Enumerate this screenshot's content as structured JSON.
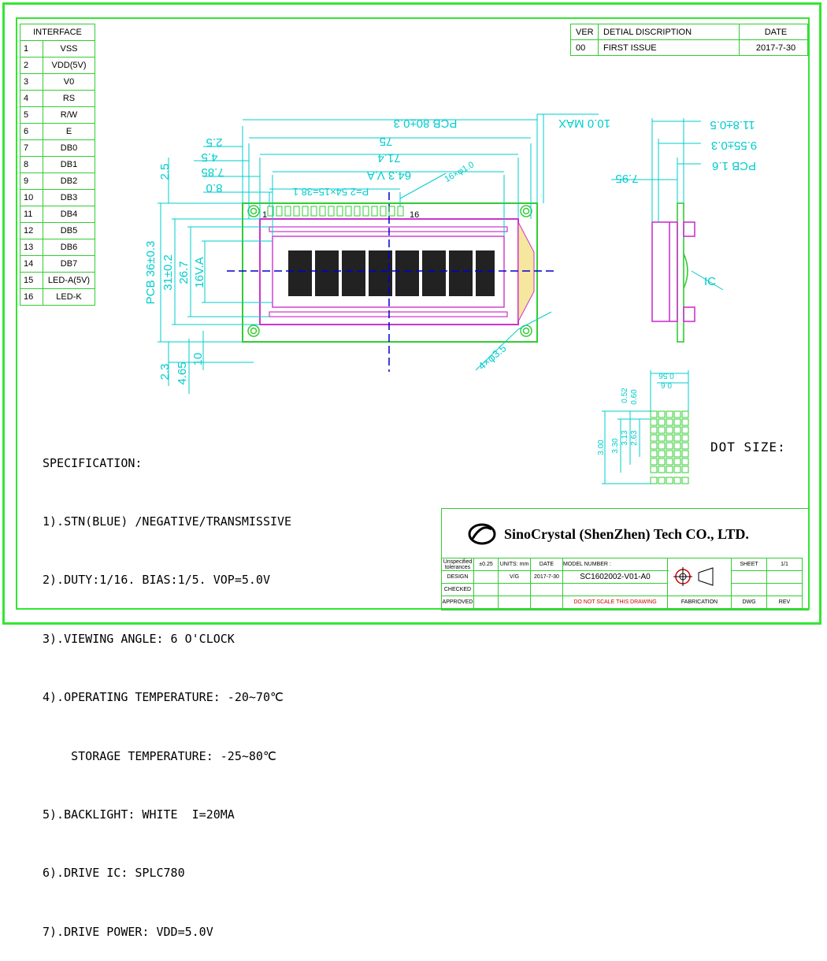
{
  "interface": {
    "title": "INTERFACE",
    "pins": [
      {
        "no": "1",
        "name": "VSS"
      },
      {
        "no": "2",
        "name": "VDD(5V)"
      },
      {
        "no": "3",
        "name": "V0"
      },
      {
        "no": "4",
        "name": "RS"
      },
      {
        "no": "5",
        "name": "R/W"
      },
      {
        "no": "6",
        "name": "E"
      },
      {
        "no": "7",
        "name": "DB0"
      },
      {
        "no": "8",
        "name": "DB1"
      },
      {
        "no": "9",
        "name": "DB2"
      },
      {
        "no": "10",
        "name": "DB3"
      },
      {
        "no": "11",
        "name": "DB4"
      },
      {
        "no": "12",
        "name": "DB5"
      },
      {
        "no": "13",
        "name": "DB6"
      },
      {
        "no": "14",
        "name": "DB7"
      },
      {
        "no": "15",
        "name": "LED-A(5V)"
      },
      {
        "no": "16",
        "name": "LED-K"
      }
    ]
  },
  "revision": {
    "ver_label": "VER",
    "desc_label": "DETIAL DISCRIPTION",
    "date_label": "DATE",
    "ver": "00",
    "desc": "FIRST ISSUE",
    "date": "2017-7-30"
  },
  "dimensions": {
    "pcb_width": "PCB 80±0.3",
    "outline_width": "75",
    "bezel_width": "71.4",
    "va_width": "64.3 V.A",
    "pin_pitch": "P=2.54×15=38.1",
    "holes_top": "16×φ1.0",
    "max_thickness": "10.0 MAX",
    "off_25": "2.5",
    "off_45": "4.5",
    "off_785": "7.85",
    "off_80": "8.0",
    "pcb_height": "PCB 36±0.3",
    "bezel_height": "31±0.2",
    "va_height_num": "26.7",
    "va_height": "16V.A",
    "off_top_25": "2.5",
    "off_bot_23": "2.3",
    "off_bot_465": "4.65",
    "off_bot_10": "10",
    "mount_holes": "4×φ3.5",
    "pin_1": "1",
    "pin_16": "16",
    "side_total": "11.8±0.5",
    "side_module": "9.55±0.3",
    "side_pcb": "PCB 1.6",
    "side_795": "7.95",
    "side_ic": "IC",
    "dot_w1": "0.56",
    "dot_w2": "0.6",
    "dot_5": "0.52",
    "dot_6": "0.60",
    "dot_h1": "3.00",
    "dot_h2": "3.30",
    "dot_h3": "3.13",
    "dot_h4": "2.63",
    "dot_size_label": "DOT SIZE:"
  },
  "specification": {
    "title": "SPECIFICATION:",
    "lines": [
      "1).STN(BLUE) /NEGATIVE/TRANSMISSIVE",
      "2).DUTY:1/16. BIAS:1/5. VOP=5.0V",
      "3).VIEWING ANGLE: 6 O'CLOCK",
      "4).OPERATING TEMPERATURE: -20~70℃",
      "    STORAGE TEMPERATURE: -25~80℃",
      "5).BACKLIGHT: WHITE  I=20MA",
      "6).DRIVE IC: SPLC780",
      "7).DRIVE POWER: VDD=5.0V"
    ]
  },
  "titleblock": {
    "company": "SinoCrystal (ShenZhen) Tech CO., LTD.",
    "model_label": "MODEL NUMBER :",
    "model": "SC1602002-V01-A0",
    "cells": [
      "Unspecified tolerances",
      "±0.25",
      "UNITS: mm",
      "DATE",
      "DESIGN",
      "V/G",
      "2017-7-30",
      "CHECKED",
      "APPROVED",
      "SHEET",
      "1/1",
      "DO NOT SCALE THIS DRAWING",
      "FABRICATION",
      "DWG",
      "REV"
    ]
  },
  "colors": {
    "frame": "#33e633",
    "dim": "#00cccc",
    "pcb": "#33cc33",
    "bezel": "#cc33cc",
    "center": "#0000cc"
  }
}
